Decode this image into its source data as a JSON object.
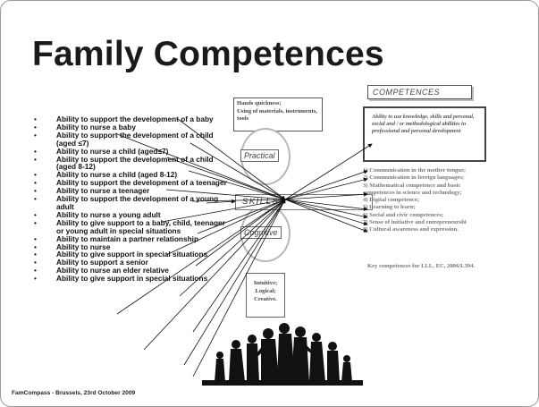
{
  "slide": {
    "title": "Family Competences",
    "footer": "FamCompass - Brussels, 23rd October 2009"
  },
  "abilities": [
    "Ability to support the development of a baby",
    "Ability to nurse a baby",
    "Ability to support the development of a child (aged ≤7)",
    "Ability to nurse a child (aged≤7)",
    "Ability to support the development of a child (aged 8-12)",
    "Ability to nurse a child (aged 8-12)",
    "Ability to support the development of a teenager",
    "Ability to nurse a teenager",
    "Ability to support the development of a young adult",
    "Ability to nurse a young adult",
    "Ability to give support to a baby, child, teenager or young adult in special situations",
    "Ability to maintain a partner relationship",
    "Ability to nurse",
    "Ability to give support in special situations",
    "Ability to support a senior",
    "Ability to nurse an elder relative",
    "Ability to give support in special situations"
  ],
  "bullet_char": "•",
  "diagram": {
    "hands_line1": "Hands quickness;",
    "hands_line2": "Using of materials, instruments, tools",
    "practical": "Practical",
    "skills": "SKILLS",
    "cognitive": "Cognitive",
    "intuitive": [
      "Intuitive;",
      "Logical;",
      "Creative."
    ],
    "competences": "COMPETENCES",
    "ability_text": "Ability to use knowledge, skills and personal, social and / or methodological abilities in professional and personal development",
    "key_competences": [
      "1) Communication in the mother tongue;",
      "2) Communication in foreign languages;",
      "3) Mathematical competence and basic",
      "competences in science and technology;",
      "4) Digital competence;",
      "5) Learning to learn;",
      "6) Social and civic competences;",
      "7) Sense of initiative and entrepreneurshi",
      "8) Cultural awareness and expression."
    ],
    "key_reference": "Key competences for LLL, EC, 2006/L394."
  }
}
